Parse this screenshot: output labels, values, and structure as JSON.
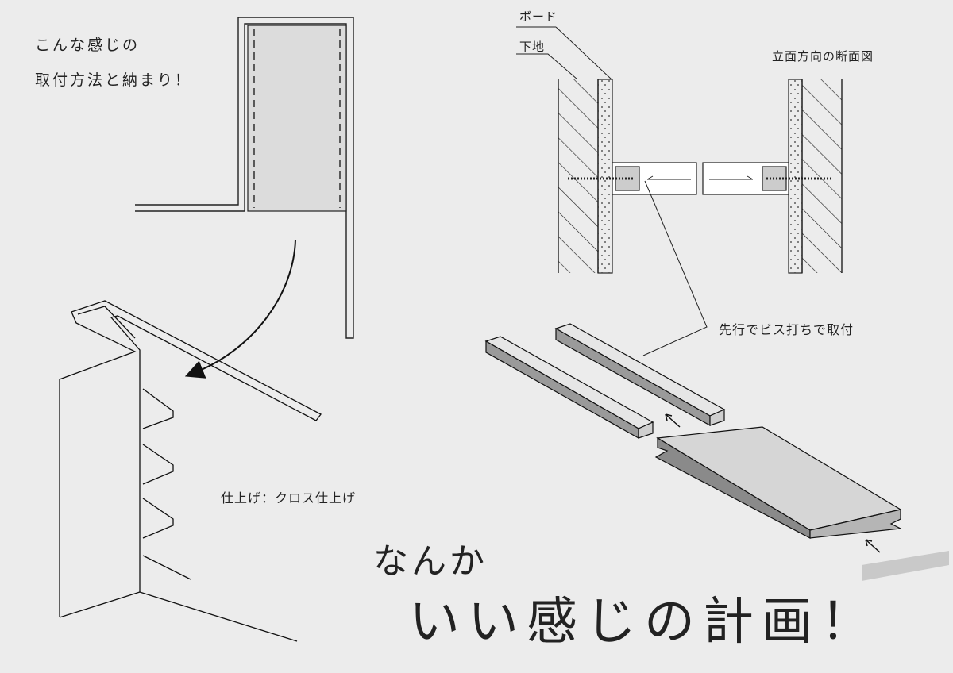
{
  "intro": {
    "line1": "こんな感じの",
    "line2": "取付方法と納まり！"
  },
  "section": {
    "label_board": "ボード",
    "label_base": "下地",
    "title": "立面方向の断面図"
  },
  "notes": {
    "screw": "先行でビス打ちで取付",
    "finish": "仕上げ：クロス仕上げ"
  },
  "headline": {
    "line1": "なんか",
    "line2": "いい感じの計画！"
  },
  "colors": {
    "background": "#ececec",
    "line": "#222222",
    "fill_light": "#dcdcdc",
    "rail_dark": "#8a8a8a"
  }
}
